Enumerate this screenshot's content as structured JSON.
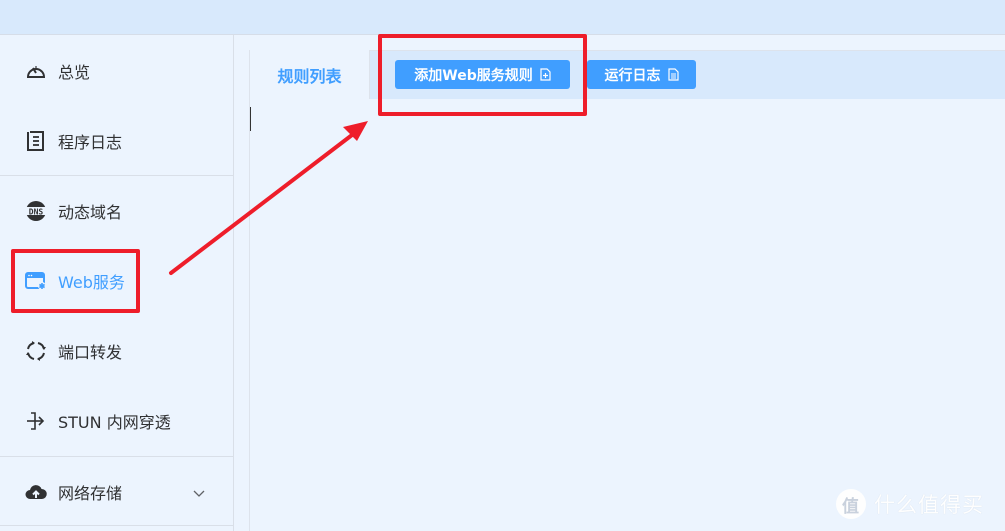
{
  "sidebar": {
    "items": [
      {
        "label": "总览",
        "icon": "dashboard-gauge-icon"
      },
      {
        "label": "程序日志",
        "icon": "log-document-icon"
      },
      {
        "label": "动态域名",
        "icon": "dns-globe-icon"
      },
      {
        "label": "Web服务",
        "icon": "web-window-gear-icon",
        "active": true
      },
      {
        "label": "端口转发",
        "icon": "refresh-arrows-icon"
      },
      {
        "label": "STUN 内网穿透",
        "icon": "enter-arrow-icon"
      },
      {
        "label": "网络存储",
        "icon": "cloud-upload-icon",
        "expandable": true
      }
    ]
  },
  "tabs": {
    "active": {
      "label": "规则列表"
    }
  },
  "toolbar": {
    "add_rule_label": "添加Web服务规则",
    "run_log_label": "运行日志"
  },
  "annotation": {
    "color": "#ee1d2a"
  },
  "colors": {
    "accent": "#409eff",
    "topbar": "#d8e9fc",
    "background": "#ecf4fe"
  },
  "watermark": {
    "logo": "值",
    "text": "什么值得买"
  }
}
